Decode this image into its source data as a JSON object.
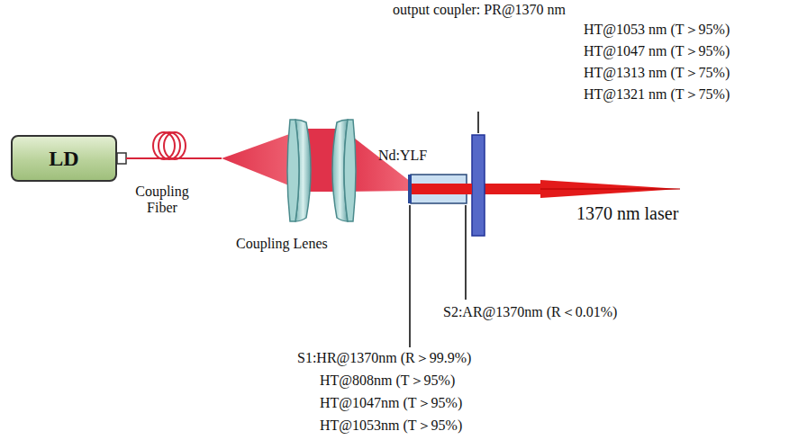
{
  "diagram": {
    "nodes": [
      {
        "text": [
          "LD"
        ]
      }
    ],
    "labels": [
      "output coupler: PR@1370 nm",
      "HT@1053 nm (T＞95%)",
      "HT@1047 nm (T＞95%)",
      "HT@1313 nm (T＞75%)",
      "HT@1321 nm (T＞75%)",
      "Nd:YLF",
      "Coupling Fiber",
      "Coupling Lenes",
      "1370 nm laser",
      "S2:AR@1370nm (R＜0.01%)",
      "S1:HR@1370nm (R＞99.9%)",
      "HT@808nm (T＞95%)",
      "HT@1047nm (T＞95%)",
      "HT@1053nm (T＞95%)"
    ]
  }
}
